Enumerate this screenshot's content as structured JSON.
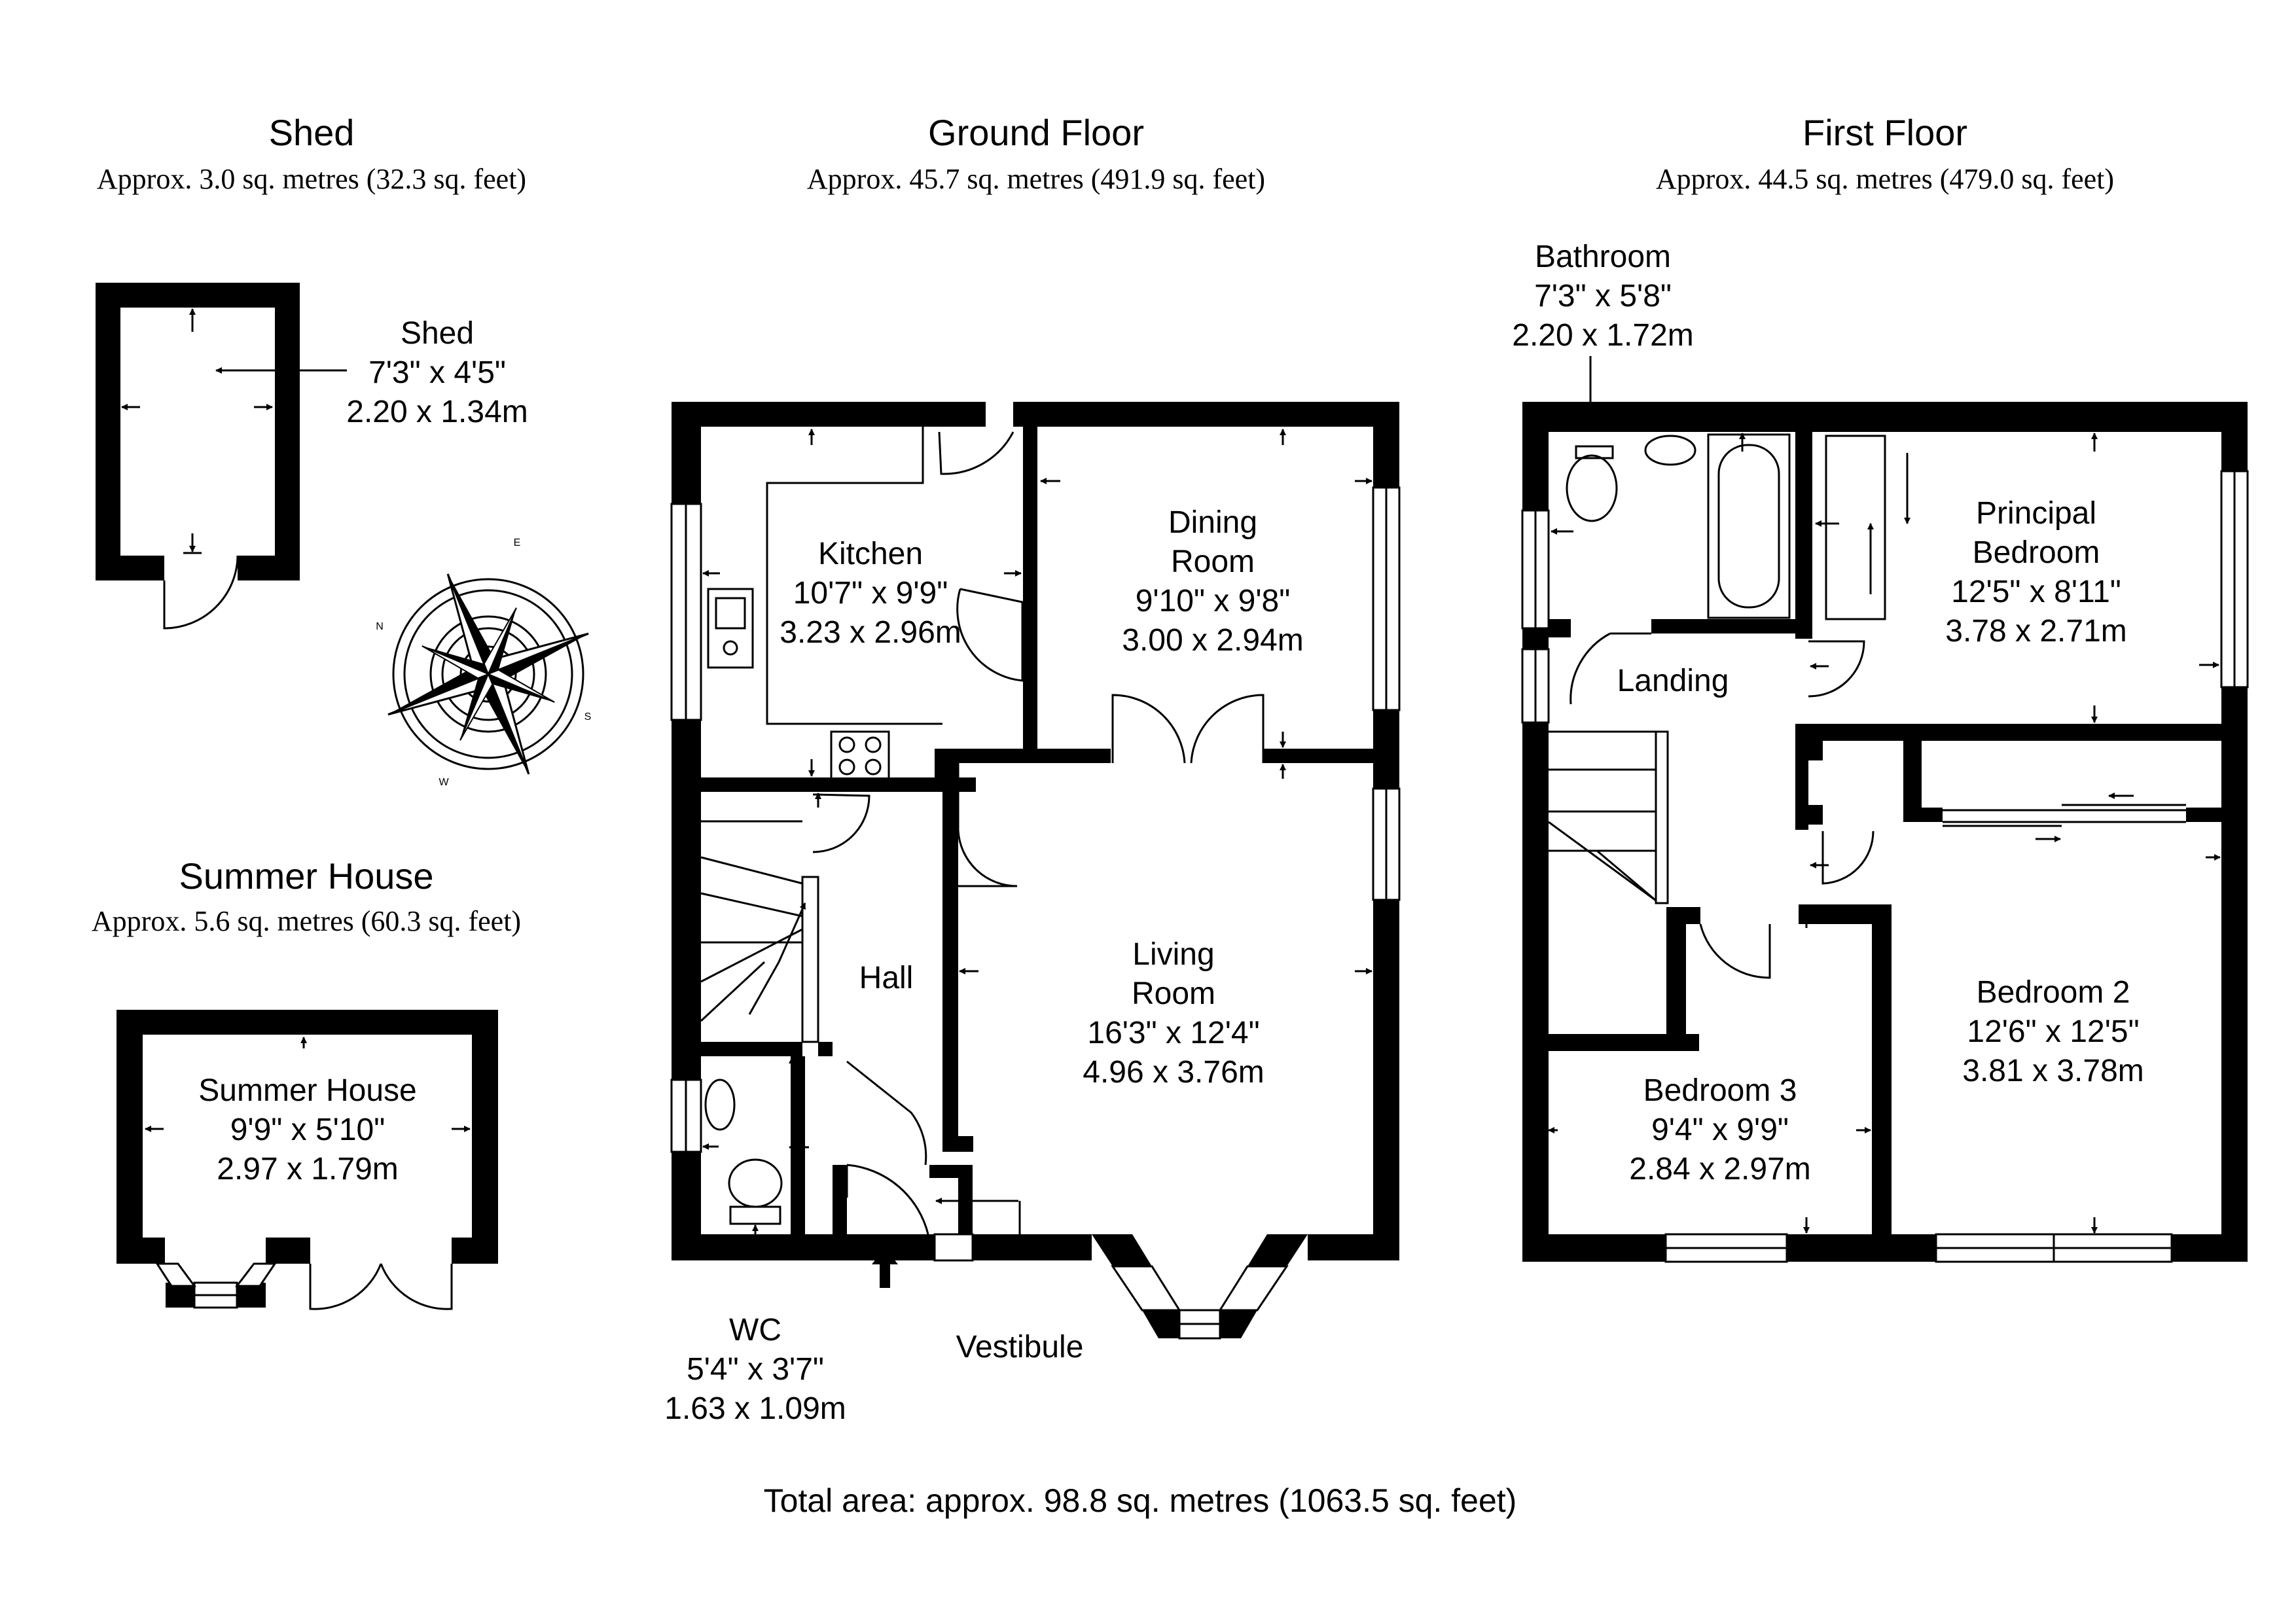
{
  "sections": {
    "shed": {
      "title": "Shed",
      "area": "Approx. 3.0 sq. metres (32.3 sq. feet)"
    },
    "ground": {
      "title": "Ground Floor",
      "area": "Approx. 45.7 sq. metres (491.9 sq. feet)"
    },
    "first": {
      "title": "First Floor",
      "area": "Approx. 44.5 sq. metres (479.0 sq. feet)"
    },
    "summer": {
      "title": "Summer House",
      "area": "Approx. 5.6 sq. metres (60.3 sq. feet)"
    }
  },
  "rooms": {
    "shed": {
      "name": "Shed",
      "imperial": "7'3\" x 4'5\"",
      "metric": "2.20 x 1.34m"
    },
    "summer_house": {
      "name": "Summer House",
      "imperial": "9'9\" x 5'10\"",
      "metric": "2.97 x 1.79m"
    },
    "kitchen": {
      "name": "Kitchen",
      "imperial": "10'7\" x 9'9\"",
      "metric": "3.23 x 2.96m"
    },
    "dining": {
      "name1": "Dining",
      "name2": "Room",
      "imperial": "9'10\" x 9'8\"",
      "metric": "3.00 x 2.94m"
    },
    "living": {
      "name1": "Living",
      "name2": "Room",
      "imperial": "16'3\" x 12'4\"",
      "metric": "4.96 x 3.76m"
    },
    "hall": {
      "name": "Hall"
    },
    "wc": {
      "name": "WC",
      "imperial": "5'4\" x 3'7\"",
      "metric": "1.63 x 1.09m"
    },
    "vestibule": {
      "name": "Vestibule"
    },
    "bathroom": {
      "name": "Bathroom",
      "imperial": "7'3\" x 5'8\"",
      "metric": "2.20 x 1.72m"
    },
    "principal": {
      "name1": "Principal",
      "name2": "Bedroom",
      "imperial": "12'5\" x 8'11\"",
      "metric": "3.78 x 2.71m"
    },
    "landing": {
      "name": "Landing"
    },
    "bedroom2": {
      "name": "Bedroom 2",
      "imperial": "12'6\" x 12'5\"",
      "metric": "3.81 x 3.78m"
    },
    "bedroom3": {
      "name": "Bedroom 3",
      "imperial": "9'4\" x 9'9\"",
      "metric": "2.84 x 2.97m"
    }
  },
  "compass": {
    "icon": "compass-rose-icon",
    "n": "N",
    "e": "E",
    "s": "S",
    "w": "W"
  },
  "total": "Total area: approx. 98.8 sq. metres (1063.5 sq. feet)"
}
